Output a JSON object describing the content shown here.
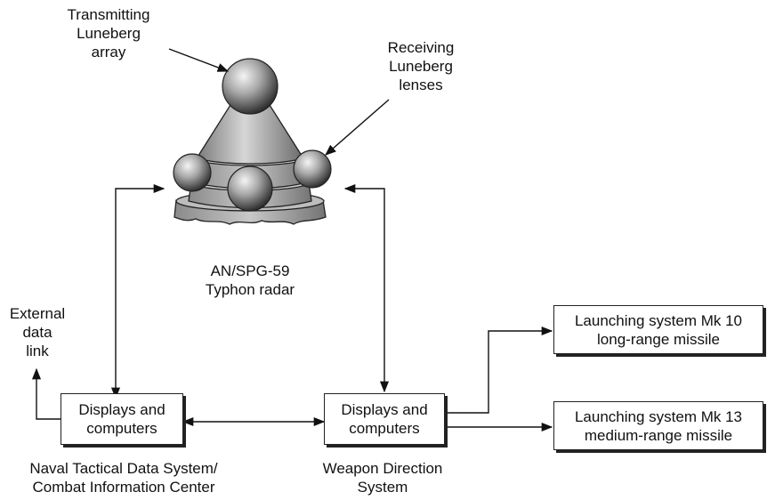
{
  "radar": {
    "transmit_label": [
      "Transmitting",
      "Luneberg",
      "array"
    ],
    "receive_label": [
      "Receiving",
      "Luneberg",
      "lenses"
    ],
    "name": [
      "AN/SPG-59",
      "Typhon radar"
    ]
  },
  "external_link": [
    "External",
    "data",
    "link"
  ],
  "ntds": {
    "box": [
      "Displays and",
      "computers"
    ],
    "caption": [
      "Naval Tactical Data System/",
      "Combat Information Center"
    ]
  },
  "wds": {
    "box": [
      "Displays and",
      "computers"
    ],
    "caption": [
      "Weapon Direction",
      "System"
    ]
  },
  "launchers": [
    {
      "text": [
        "Launching system Mk 10",
        "long-range missile"
      ]
    },
    {
      "text": [
        "Launching system Mk 13",
        "medium-range missile"
      ]
    }
  ]
}
